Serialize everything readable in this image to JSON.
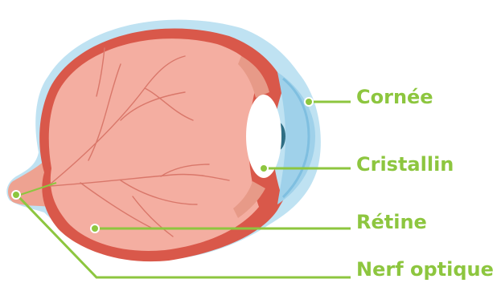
{
  "labels": {
    "cornea": "Cornée",
    "lens": "Cristallin",
    "retina": "Rétine",
    "optic_nerve": "Nerf optique"
  },
  "colors": {
    "label_text": "#8dc63f",
    "leader_line": "#8dc63f",
    "outer_layer": "#bfe2f2",
    "sclera": "#d9584a",
    "eyeball_interior": "#f4aea1",
    "blood_vessels": "#d9776a",
    "cornea_fill": "#9fd1ea",
    "lens_fill": "#ffffff",
    "pupil": "#2f6e84"
  }
}
